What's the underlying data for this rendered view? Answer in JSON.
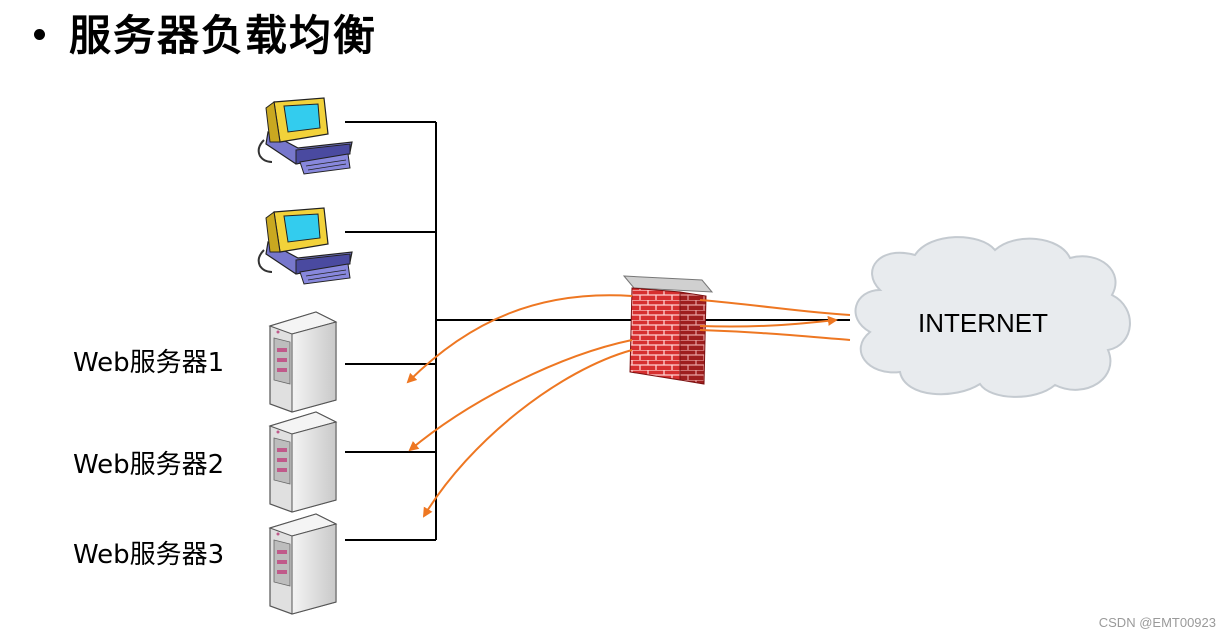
{
  "title": "服务器负载均衡",
  "servers": [
    {
      "label": "Web服务器1"
    },
    {
      "label": "Web服务器2"
    },
    {
      "label": "Web服务器3"
    }
  ],
  "cloud": {
    "label": "INTERNET"
  },
  "watermark": "CSDN @EMT00923",
  "colors": {
    "arrow": "#ee7722",
    "line": "#000000",
    "cloud_fill": "#e8ebee",
    "firewall": "#cc2a2a"
  }
}
